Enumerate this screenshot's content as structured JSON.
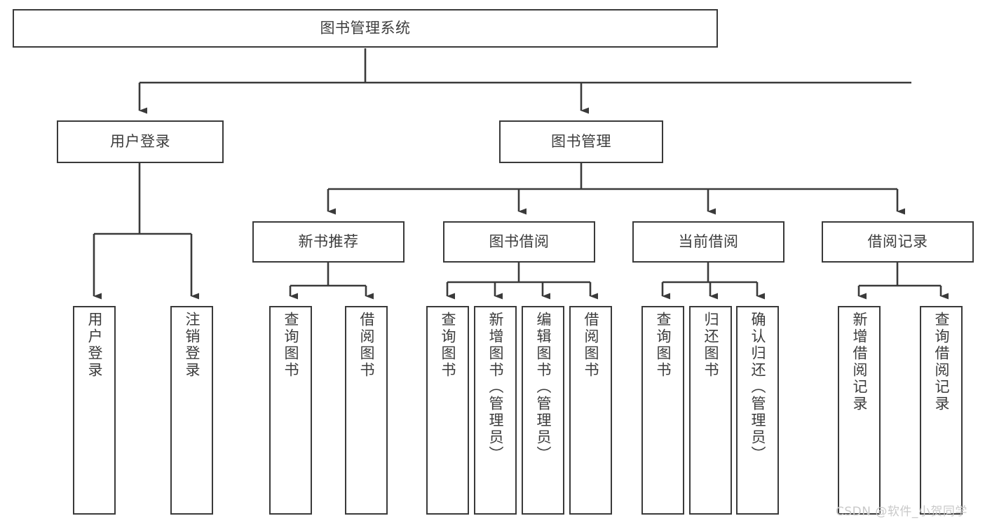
{
  "diagram": {
    "title": "图书管理系统",
    "type": "tree-hierarchy",
    "orientation": "top-down",
    "colors": {
      "stroke": "#3a3a3a",
      "text": "#3c3c3c",
      "background": "#ffffff",
      "watermark": "#c9c9c9"
    }
  },
  "root": {
    "label": "图书管理系统"
  },
  "level2": {
    "user_login": {
      "label": "用户登录"
    },
    "book_manage": {
      "label": "图书管理"
    }
  },
  "level3": {
    "new_book_recommend": {
      "label": "新书推荐"
    },
    "book_borrow": {
      "label": "图书借阅"
    },
    "current_borrow": {
      "label": "当前借阅"
    },
    "borrow_record": {
      "label": "借阅记录"
    }
  },
  "leaves": {
    "user_login": [
      {
        "label": "用户登录"
      },
      {
        "label": "注销登录"
      }
    ],
    "new_book_recommend": [
      {
        "label": "查询图书"
      },
      {
        "label": "借阅图书"
      }
    ],
    "book_borrow": [
      {
        "label": "查询图书"
      },
      {
        "label": "新增图书（管理员）"
      },
      {
        "label": "编辑图书（管理员）"
      },
      {
        "label": "借阅图书"
      }
    ],
    "current_borrow": [
      {
        "label": "查询图书"
      },
      {
        "label": "归还图书"
      },
      {
        "label": "确认归还（管理员）"
      }
    ],
    "borrow_record": [
      {
        "label": "新增借阅记录"
      },
      {
        "label": "查询借阅记录"
      }
    ]
  },
  "watermark": {
    "text": "CSDN @软件_小贺同学"
  }
}
